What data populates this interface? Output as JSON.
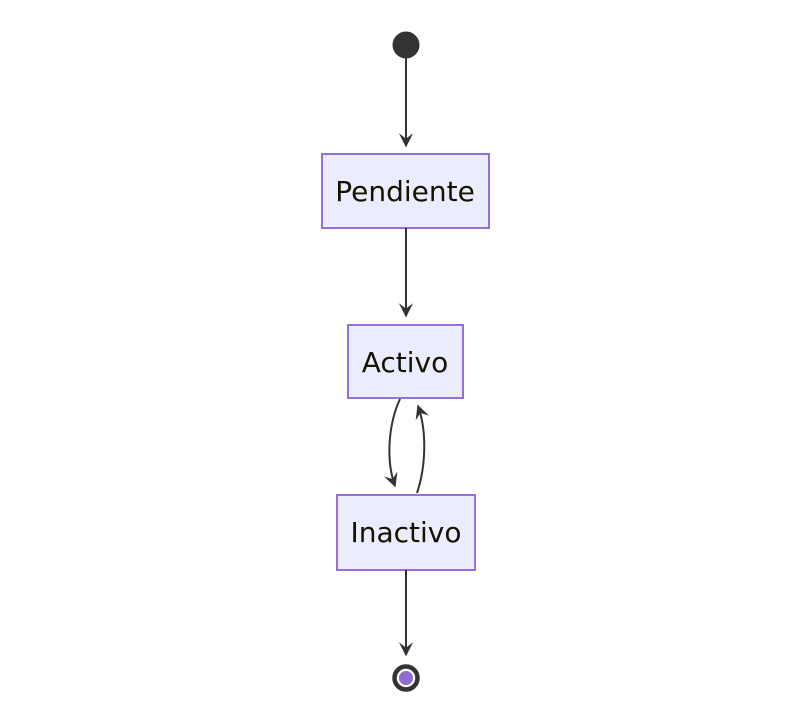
{
  "diagram": {
    "type": "state-diagram",
    "states": [
      {
        "id": "pendiente",
        "label": "Pendiente"
      },
      {
        "id": "activo",
        "label": "Activo"
      },
      {
        "id": "inactivo",
        "label": "Inactivo"
      }
    ],
    "transitions": [
      {
        "from": "start",
        "to": "Pendiente"
      },
      {
        "from": "Pendiente",
        "to": "Activo"
      },
      {
        "from": "Activo",
        "to": "Inactivo"
      },
      {
        "from": "Inactivo",
        "to": "Activo"
      },
      {
        "from": "Inactivo",
        "to": "end"
      }
    ],
    "colors": {
      "background": "#FFFFFF",
      "state_fill": "#ECECFF",
      "state_border": "#9370DB",
      "edge": "#333333",
      "text": "#131300",
      "start_fill": "#333333",
      "end_ring": "#333333",
      "end_inner_fill": "#8F6CD4"
    }
  }
}
